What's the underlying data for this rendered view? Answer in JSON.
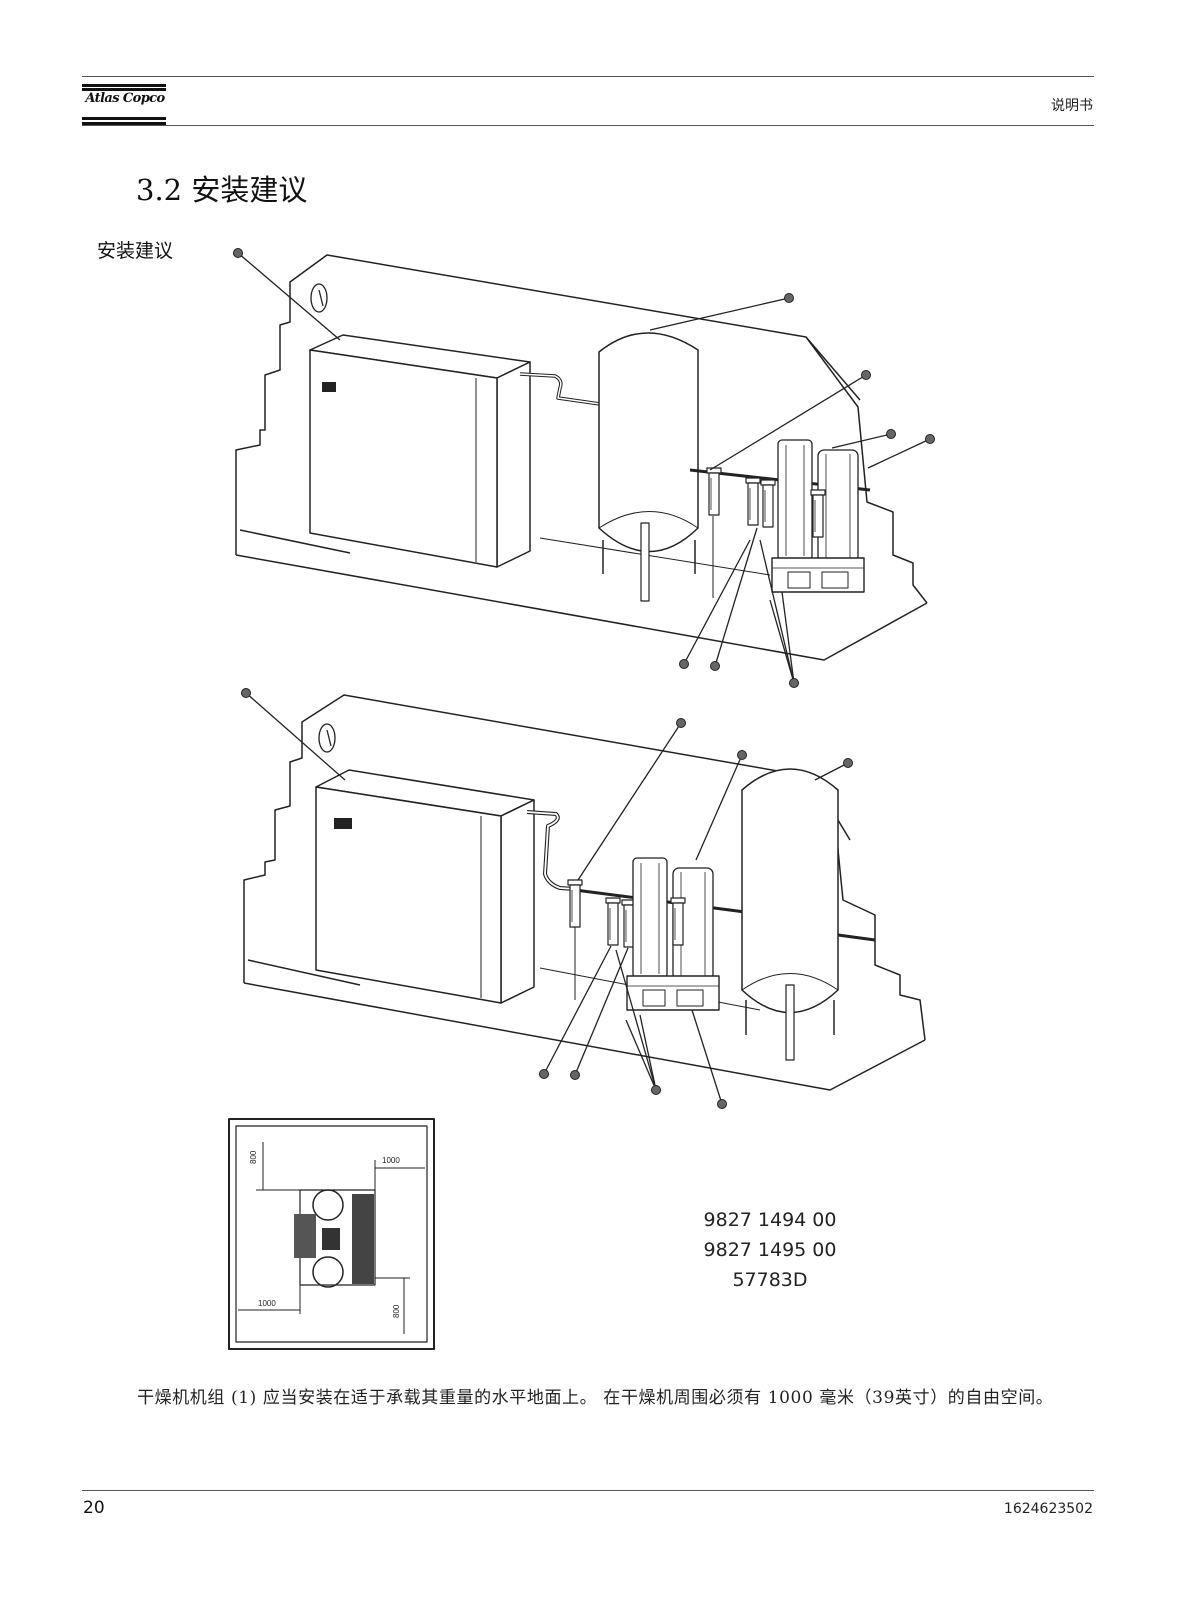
{
  "header": {
    "logo_text": "Atlas Copco",
    "doc_type": "说明书"
  },
  "section": {
    "title": "3.2 安装建议",
    "figure_label": "安装建议"
  },
  "drawing": {
    "plan_dims": {
      "top_vertical": "800",
      "top_horizontal": "1000",
      "bottom_horizontal": "1000",
      "bottom_vertical": "800"
    },
    "references": [
      "9827 1494 00",
      "9827 1495 00",
      "57783D"
    ]
  },
  "body": {
    "paragraph": "干燥机机组 (1) 应当安装在适于承载其重量的水平地面上。 在干燥机周围必须有 1000 毫米（39英寸）的自由空间。"
  },
  "footer": {
    "page_number": "20",
    "doc_number": "1624623502"
  }
}
